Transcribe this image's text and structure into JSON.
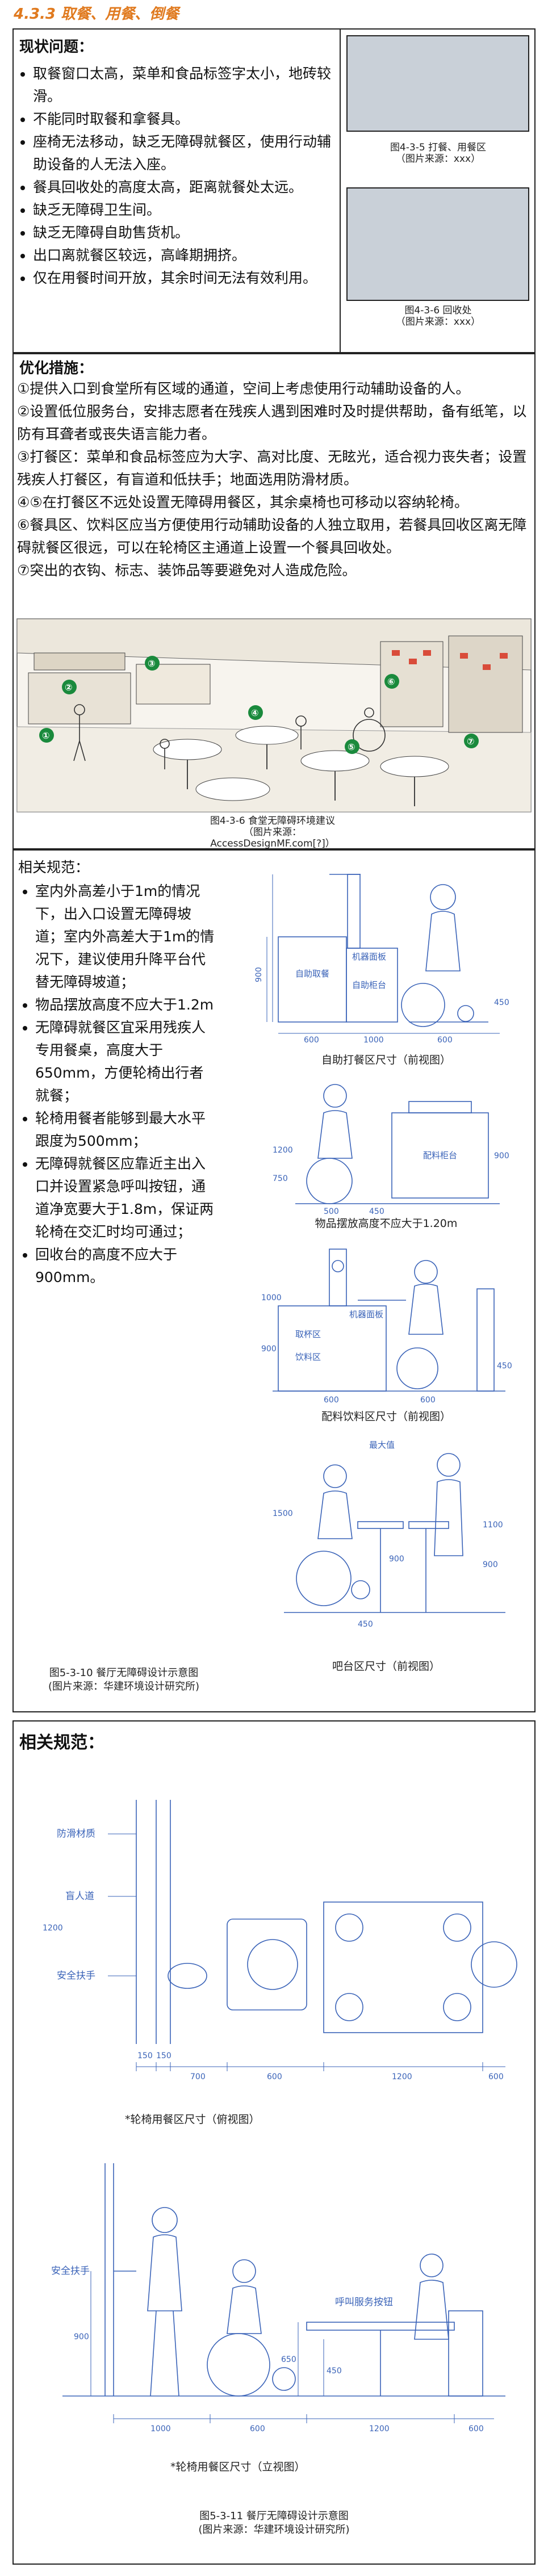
{
  "header": {
    "title": "4.3.3 取餐、用餐、倒餐"
  },
  "problems": {
    "heading": "现状问题：",
    "items": [
      "取餐窗口太高，菜单和食品标签字太小，地砖较滑。",
      "不能同时取餐和拿餐具。",
      "座椅无法移动，缺乏无障碍就餐区，使用行动辅助设备的人无法入座。",
      "餐具回收处的高度太高，距离就餐处太远。",
      "缺乏无障碍卫生间。",
      "缺乏无障碍自助售货机。",
      "出口离就餐区较远，高峰期拥挤。",
      "仅在用餐时间开放，其余时间无法有效利用。"
    ],
    "fig1_caption": [
      "图4-3-5 打餐、用餐区",
      "（图片来源：xxx）"
    ],
    "fig2_caption": [
      "图4-3-6 回收处",
      "（图片来源：xxx）"
    ]
  },
  "measures": {
    "heading": "优化措施：",
    "items": [
      "①提供入口到食堂所有区域的通道，空间上考虑使用行动辅助设备的人。",
      "②设置低位服务台，安排志愿者在残疾人遇到困难时及时提供帮助，备有纸笔，以防有耳聋者或丧失语言能力者。",
      "③打餐区：菜单和食品标签应为大字、高对比度、无眩光，适合视力丧失者；设置残疾人打餐区，有盲道和低扶手；地面选用防滑材质。",
      "④⑤在打餐区不远处设置无障碍用餐区，其余桌椅也可移动以容纳轮椅。",
      "⑥餐具区、饮料区应当方便使用行动辅助设备的人独立取用，若餐具回收区离无障碍就餐区很远，可以在轮椅区主通道上设置一个餐具回收处。",
      "⑦突出的衣钩、标志、装饰品等要避免对人造成危险。"
    ],
    "illustration_caption": [
      "图4-3-6 食堂无障碍环境建议",
      "（图片来源：",
      "AccessDesignMF.com[?]）"
    ],
    "illustration_markers": [
      "①",
      "②",
      "③",
      "④",
      "⑤",
      "⑥",
      "⑦"
    ]
  },
  "spec1": {
    "heading": "相关规范：",
    "items": [
      "室内外高差小于1m的情况下，出入口设置无障碍坡道；室内外高差大于1m的情况下，建议使用升降平台代替无障碍坡道；",
      "物品摆放高度不应大于1.2m",
      "无障碍就餐区宜采用残疾人专用餐桌，高度大于650mm，方便轮椅出行者就餐；",
      "轮椅用餐者能够到最大水平跟度为500mm；",
      "无障碍就餐区应靠近主出入口并设置紧急呼叫按钮，通道净宽要大于1.8m，保证两轮椅在交汇时均可通过；",
      "回收台的高度不应大于900mm。"
    ],
    "caption": [
      "图5-3-10 餐厅无障碍设计示意图",
      "(图片来源：华建环境设计研究所)"
    ],
    "d1": {
      "caption": "自助打餐区尺寸（前视图）",
      "labels": [
        "自助取餐",
        "机器面板",
        "自助柜台"
      ],
      "dims": [
        "900",
        "600",
        "1000",
        "600",
        "450"
      ]
    },
    "d2": {
      "caption": "物品摆放高度不应大于1.20m",
      "labels": [
        "配料柜台"
      ],
      "dims": [
        "1200",
        "900",
        "750",
        "500",
        "450"
      ]
    },
    "d3": {
      "caption": "配料饮料区尺寸（前视图）",
      "labels": [
        "机器面板",
        "取杯区",
        "饮料区"
      ],
      "dims": [
        "1000",
        "900",
        "600",
        "600",
        "450"
      ]
    },
    "d4": {
      "caption": "吧台区尺寸（前视图）",
      "labels": [
        "最大值"
      ],
      "dims": [
        "900",
        "450",
        "1100",
        "900",
        "1500"
      ]
    }
  },
  "spec2": {
    "heading": "相关规范：",
    "plan": {
      "labels": [
        "防滑材质",
        "盲人道",
        "安全扶手"
      ],
      "dims": [
        "700",
        "600",
        "1200",
        "600",
        "1200"
      ],
      "small_dims": [
        "150",
        "150"
      ],
      "caption": "*轮椅用餐区尺寸（俯视图）"
    },
    "elev": {
      "labels": [
        "安全扶手",
        "呼叫服务按钮"
      ],
      "dims": [
        "1000",
        "600",
        "1200",
        "600"
      ],
      "heights": [
        "900",
        "650",
        "450"
      ],
      "caption": "*轮椅用餐区尺寸（立视图）"
    },
    "caption": [
      "图5-3-11 餐厅无障碍设计示意图",
      "(图片来源：华建环境设计研究所)"
    ]
  },
  "colors": {
    "title": "#e07a1f",
    "line": "#3a63b8",
    "photo": "#c9d0d8",
    "border": "#222222"
  }
}
